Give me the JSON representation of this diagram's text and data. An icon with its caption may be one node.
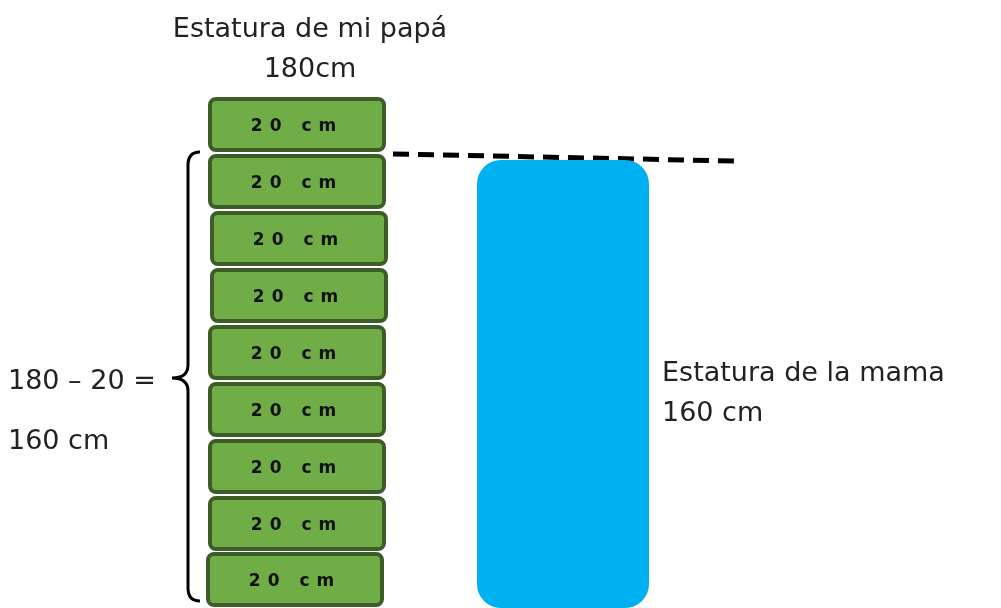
{
  "diagram": {
    "nodes": [
      {
        "text": [
          "20 cm"
        ]
      },
      {
        "text": [
          "20 cm"
        ]
      },
      {
        "text": [
          "20 cm"
        ]
      },
      {
        "text": [
          "20 cm"
        ]
      },
      {
        "text": [
          "20 cm"
        ]
      },
      {
        "text": [
          "20 cm"
        ]
      },
      {
        "text": [
          "20 cm"
        ]
      },
      {
        "text": [
          "20 cm"
        ]
      },
      {
        "text": [
          "20 cm"
        ]
      },
      {
        "text": [],
        "shape": "box",
        "beside": [
          "Estatura de la mama 160 cm"
        ]
      }
    ],
    "edges": [],
    "labels": [
      "Estatura de mi papá 180cm",
      "180 – 20 =",
      "160 cm"
    ]
  }
}
